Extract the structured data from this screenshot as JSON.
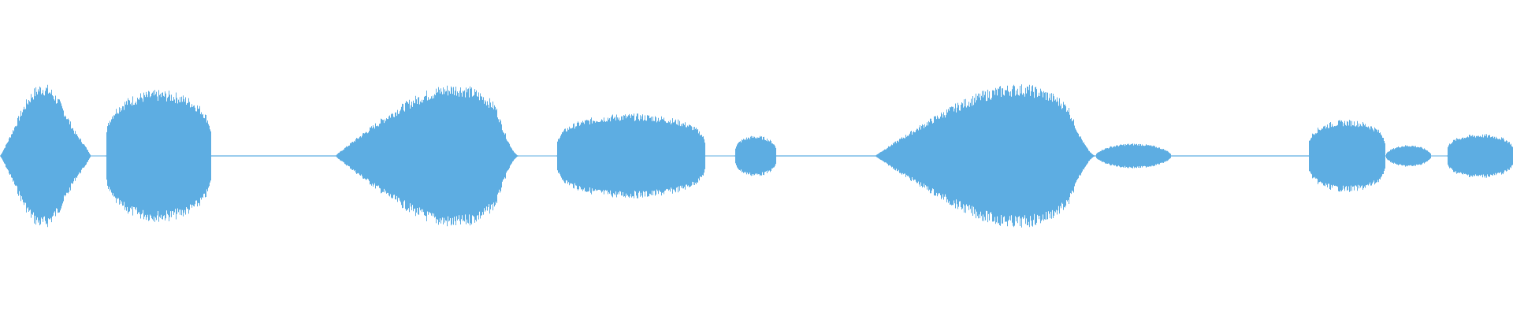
{
  "waveform": {
    "color": "#5DADE2",
    "segments": [
      {
        "peak": 0.47,
        "shape": "diamond"
      },
      {
        "peak": 0.42,
        "shape": "plateau"
      },
      {
        "peak": 0.003,
        "shape": "silence"
      },
      {
        "peak": 0.46,
        "shape": "swell"
      },
      {
        "peak": 0.27,
        "shape": "plateau"
      },
      {
        "peak": 0.13,
        "shape": "burst"
      },
      {
        "peak": 0.003,
        "shape": "silence"
      },
      {
        "peak": 0.46,
        "shape": "swell"
      },
      {
        "peak": 0.08,
        "shape": "tail"
      },
      {
        "peak": 0.003,
        "shape": "silence"
      },
      {
        "peak": 0.23,
        "shape": "plateau"
      },
      {
        "peak": 0.07,
        "shape": "tail"
      },
      {
        "peak": 0.14,
        "shape": "plateau"
      }
    ]
  }
}
